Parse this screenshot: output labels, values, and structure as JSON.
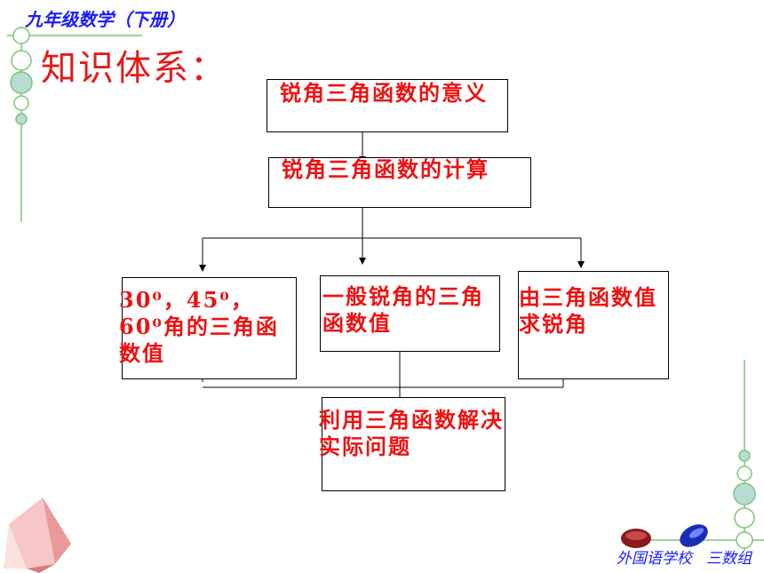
{
  "header": {
    "title": "九年级数学（下册）"
  },
  "section": {
    "title": "知识体系："
  },
  "nodes": {
    "meaning": "锐角三角函数的意义",
    "calculation": "锐角三角函数的计算",
    "special_angles": "30⁰，45⁰，60⁰角的三角函数值",
    "general_angle": "一般锐角的三角函数值",
    "find_angle": "由三角函数值求锐角",
    "application": "利用三角函数解决实际问题"
  },
  "footer": {
    "school": "外国语学校",
    "group": "三数组"
  },
  "colors": {
    "accent_blue": "#1a1aff",
    "node_text": "#ee1111",
    "circle_fill": "#b8dcd4",
    "stem": "#7bc47b"
  }
}
